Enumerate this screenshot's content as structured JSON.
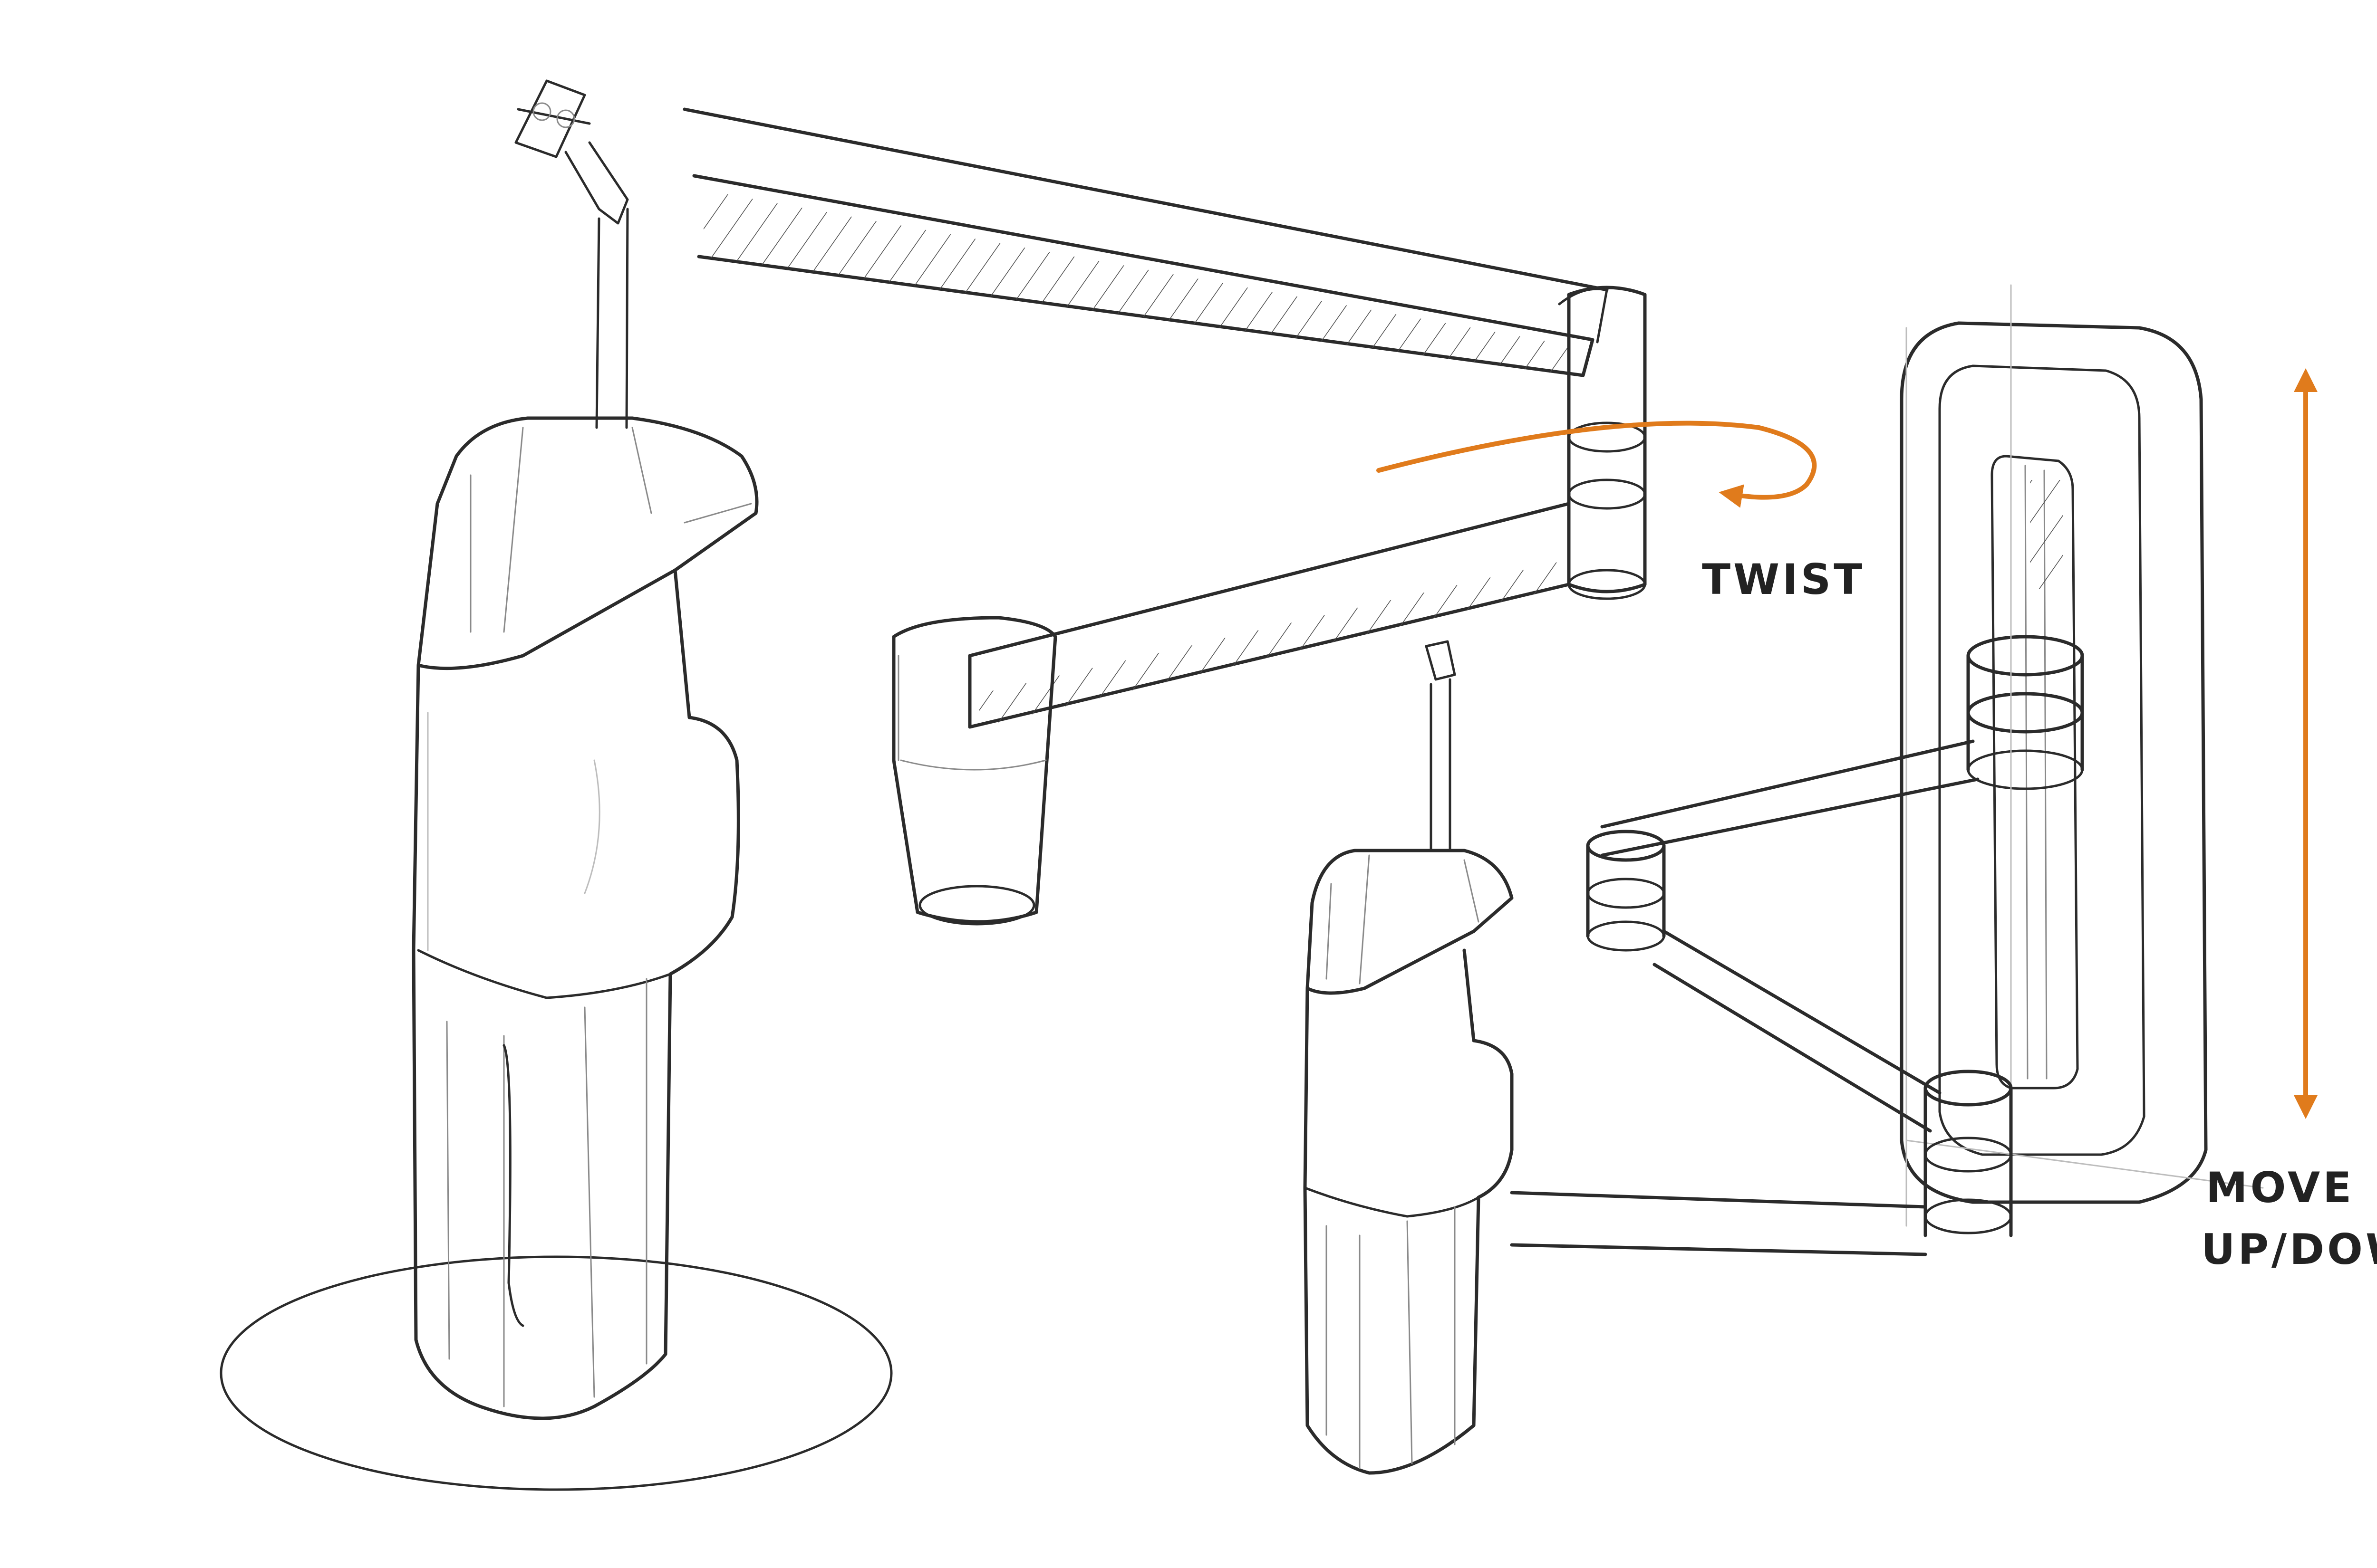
{
  "annotations": {
    "twist": "TWIST",
    "move_line1": "MOVE",
    "move_line2": "UP/DOWN"
  },
  "colors": {
    "ink": "#2b2b2b",
    "accent": "#e07b1c",
    "background": "#ffffff"
  }
}
